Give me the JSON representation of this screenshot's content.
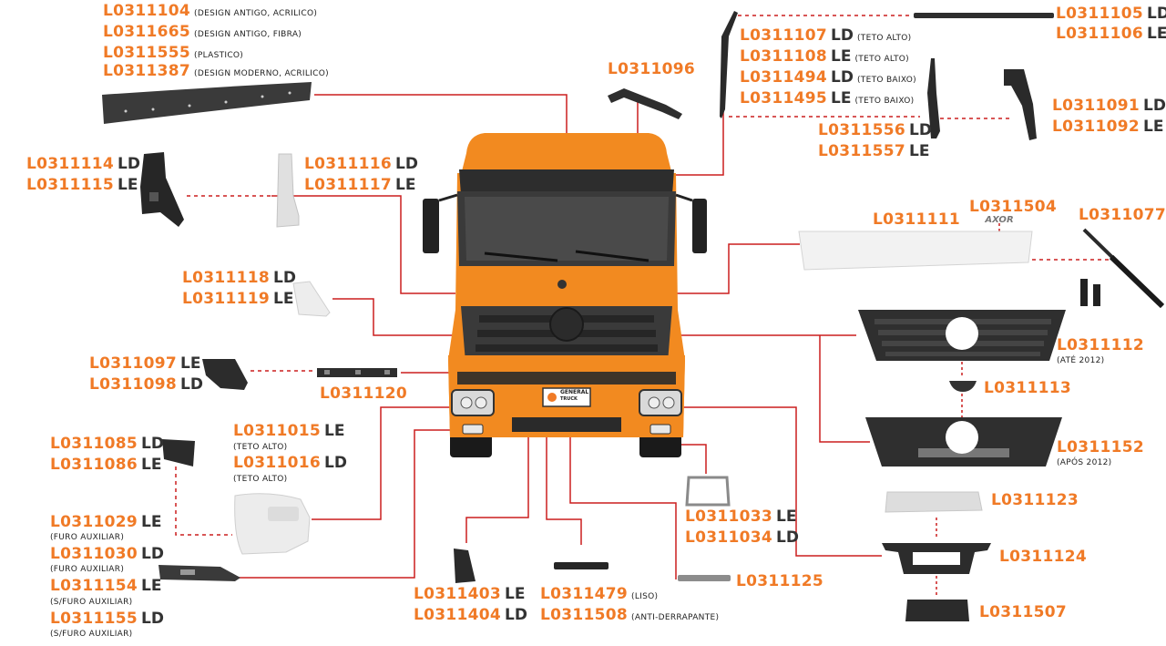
{
  "colors": {
    "accent": "#f07a26",
    "line": "#cc1f1f",
    "cab": "#f28a20",
    "part_dark": "#2b2b2b",
    "part_light": "#eeeeee"
  },
  "labels": {
    "visor_1": {
      "code": "L0311104",
      "note": "(DESIGN ANTIGO, ACRILICO)"
    },
    "visor_2": {
      "code": "L0311665",
      "note": "(DESIGN ANTIGO, FIBRA)"
    },
    "visor_3": {
      "code": "L0311555",
      "note": "(PLASTICO)"
    },
    "visor_4": {
      "code": "L0311387",
      "note": "(DESIGN MODERNO, ACRILICO)"
    },
    "handle": {
      "code": "L0311096"
    },
    "pillar_1": {
      "code": "L0311107",
      "side": "LD",
      "note": "(TETO ALTO)"
    },
    "pillar_2": {
      "code": "L0311108",
      "side": "LE",
      "note": "(TETO ALTO)"
    },
    "pillar_3": {
      "code": "L0311494",
      "side": "LD",
      "note": "(TETO BAIXO)"
    },
    "pillar_4": {
      "code": "L0311495",
      "side": "LE",
      "note": "(TETO BAIXO)"
    },
    "roof_strip_1": {
      "code": "L0311105",
      "side": "LD"
    },
    "roof_strip_2": {
      "code": "L0311106",
      "side": "LE"
    },
    "a_pillar_1": {
      "code": "L0311556",
      "side": "LD"
    },
    "a_pillar_2": {
      "code": "L0311557",
      "side": "LE"
    },
    "door_pillar_1": {
      "code": "L0311091",
      "side": "LD"
    },
    "door_pillar_2": {
      "code": "L0311092",
      "side": "LE"
    },
    "mirror_bracket_1": {
      "code": "L0311114",
      "side": "LD"
    },
    "mirror_bracket_2": {
      "code": "L0311115",
      "side": "LE"
    },
    "corner_trim_1": {
      "code": "L0311116",
      "side": "LD"
    },
    "corner_trim_2": {
      "code": "L0311117",
      "side": "LE"
    },
    "front_panel": {
      "code": "L0311111"
    },
    "badge": {
      "code": "L0311504",
      "text": "AXOR"
    },
    "gas_spring": {
      "code": "L0311077"
    },
    "step_cover_1": {
      "code": "L0311118",
      "side": "LD"
    },
    "step_cover_2": {
      "code": "L0311119",
      "side": "LE"
    },
    "grille_old": {
      "code": "L0311112",
      "note": "(ATÉ 2012)"
    },
    "grille_ring": {
      "code": "L0311113"
    },
    "grille_new": {
      "code": "L0311152",
      "note": "(APÓS 2012)"
    },
    "cover_1": {
      "code": "L0311097",
      "side": "LE"
    },
    "cover_2": {
      "code": "L0311098",
      "side": "LD"
    },
    "crossbar": {
      "code": "L0311120"
    },
    "bumper_end_1": {
      "code": "L0311015",
      "side": "LE",
      "note": "(TETO ALTO)"
    },
    "bumper_end_2": {
      "code": "L0311016",
      "side": "LD",
      "note": "(TETO ALTO)"
    },
    "small_cover_1": {
      "code": "L0311085",
      "side": "LD"
    },
    "small_cover_2": {
      "code": "L0311086",
      "side": "LE"
    },
    "bumper_1": {
      "code": "L0311029",
      "side": "LE",
      "note": "(FURO AUXILIAR)"
    },
    "bumper_2": {
      "code": "L0311030",
      "side": "LD",
      "note": "(FURO AUXILIAR)"
    },
    "bumper_3": {
      "code": "L0311154",
      "side": "LE",
      "note": "(S/FURO AUXILIAR)"
    },
    "bumper_4": {
      "code": "L0311155",
      "side": "LD",
      "note": "(S/FURO AUXILIAR)"
    },
    "mud_corner_1": {
      "code": "L0311403",
      "side": "LE"
    },
    "mud_corner_2": {
      "code": "L0311404",
      "side": "LD"
    },
    "step_1": {
      "code": "L0311479",
      "note": "(LISO)"
    },
    "step_2": {
      "code": "L0311508",
      "note": "(ANTI-DERRAPANTE)"
    },
    "lamp_frame_1": {
      "code": "L0311033",
      "side": "LE"
    },
    "lamp_frame_2": {
      "code": "L0311034",
      "side": "LD"
    },
    "step_plate": {
      "code": "L0311125"
    },
    "tread": {
      "code": "L0311123"
    },
    "step_bracket": {
      "code": "L0311124"
    },
    "tow_cover": {
      "code": "L0311507"
    }
  },
  "truck": {
    "plate_brand": "GENERAL",
    "plate_sub": "TRUCK"
  }
}
